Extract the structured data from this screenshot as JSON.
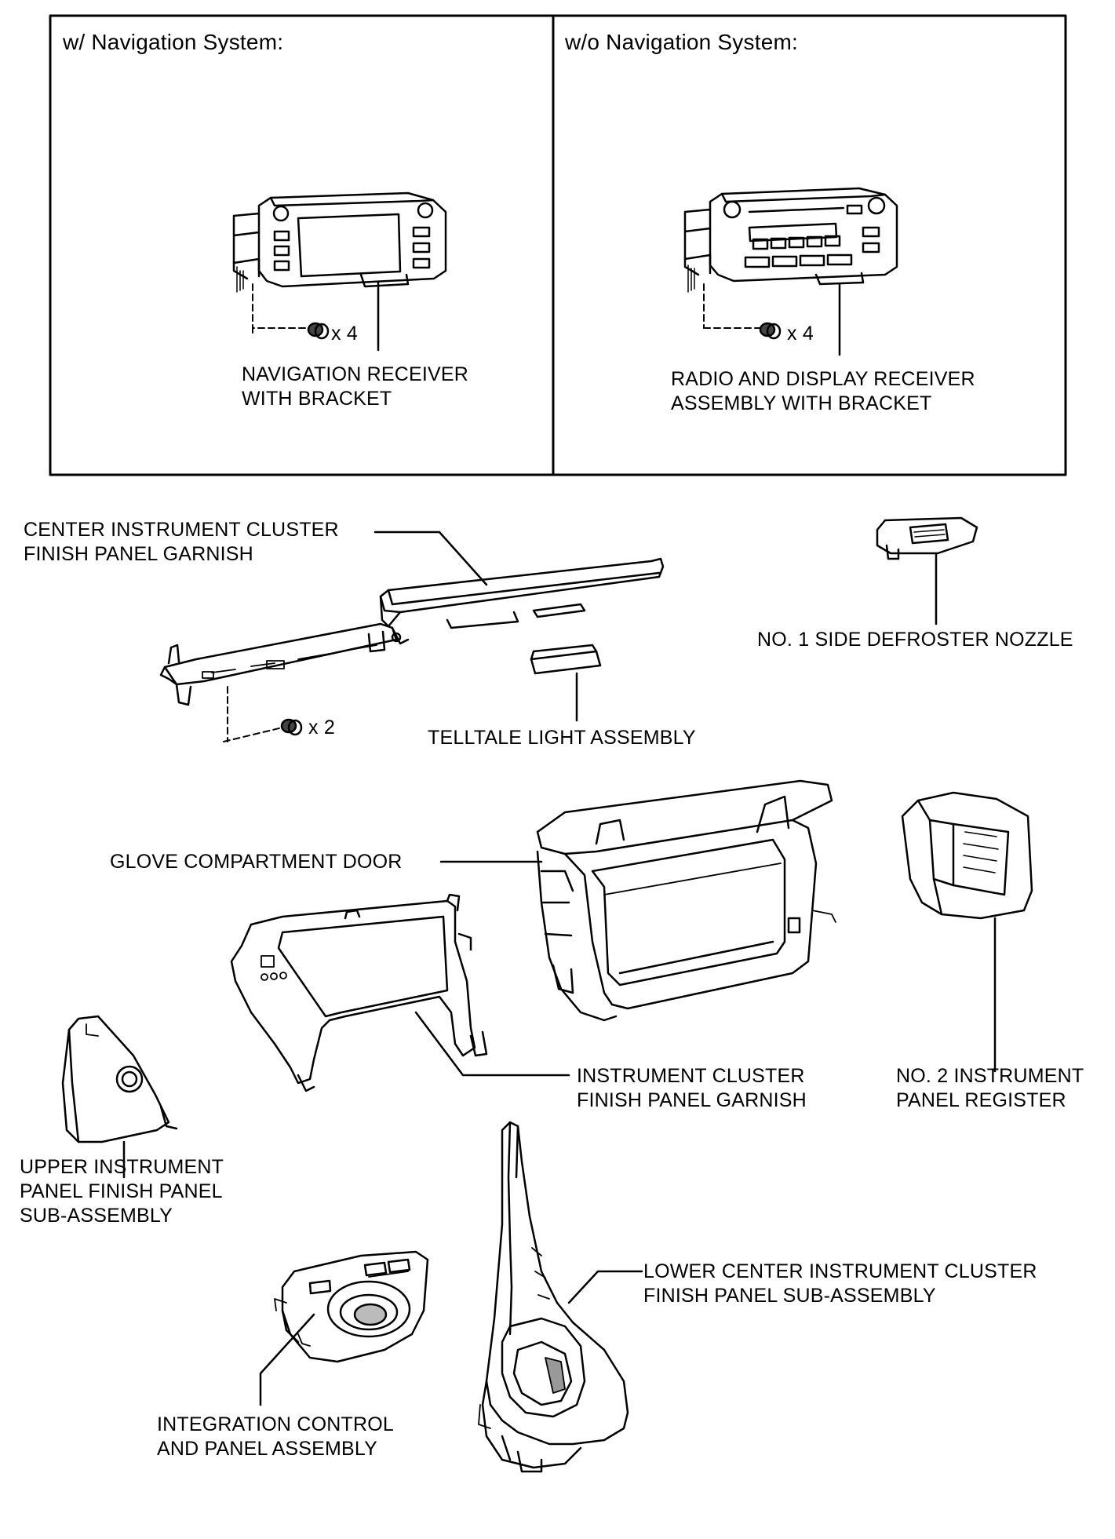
{
  "panels": {
    "left_title": "w/ Navigation System:",
    "right_title": "w/o Navigation System:"
  },
  "parts": {
    "nav_receiver": "NAVIGATION RECEIVER\nWITH BRACKET",
    "nav_screw_qty": "x 4",
    "radio_receiver": "RADIO AND DISPLAY RECEIVER\nASSEMBLY WITH BRACKET",
    "radio_screw_qty": "x 4",
    "center_garnish": "CENTER INSTRUMENT CLUSTER\nFINISH PANEL GARNISH",
    "center_screw_qty": "x 2",
    "defroster_nozzle": "NO. 1 SIDE DEFROSTER NOZZLE",
    "telltale_light": "TELLTALE LIGHT ASSEMBLY",
    "glove_door": "GLOVE COMPARTMENT DOOR",
    "cluster_garnish": "INSTRUMENT CLUSTER\nFINISH PANEL GARNISH",
    "panel_register": "NO. 2 INSTRUMENT\nPANEL REGISTER",
    "upper_finish_panel": "UPPER INSTRUMENT\nPANEL FINISH PANEL\nSUB-ASSEMBLY",
    "lower_center_panel": "LOWER CENTER INSTRUMENT CLUSTER\nFINISH PANEL SUB-ASSEMBLY",
    "integration_control": "INTEGRATION CONTROL\nAND PANEL ASSEMBLY"
  }
}
